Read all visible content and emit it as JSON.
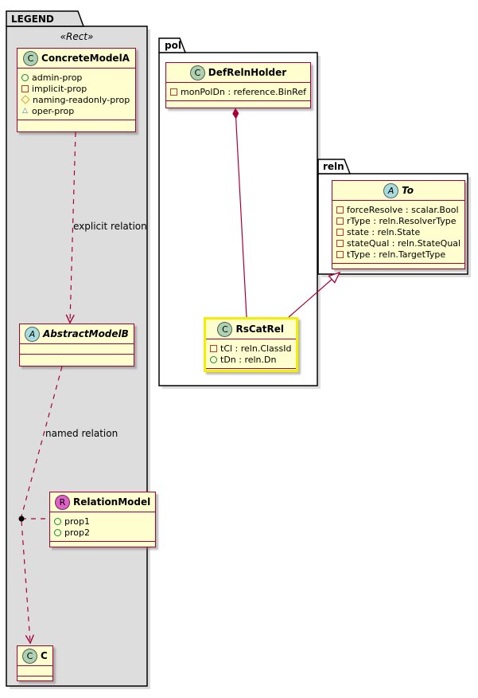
{
  "packages": {
    "legend": {
      "label": "LEGEND",
      "stereotype": "«Rect»"
    },
    "pol": {
      "label": "pol"
    },
    "reln": {
      "label": "reln"
    }
  },
  "classes": {
    "concreteModelA": {
      "name": "ConcreteModelA",
      "spot": "C",
      "attrs": [
        {
          "icon": "green-circle",
          "label": "admin-prop"
        },
        {
          "icon": "red-square",
          "label": "implicit-prop"
        },
        {
          "icon": "orange-diamond",
          "label": "naming-readonly-prop"
        },
        {
          "icon": "blue-triangle",
          "label": "oper-prop"
        }
      ]
    },
    "abstractModelB": {
      "name": "AbstractModelB",
      "spot": "A",
      "abstract": true,
      "attrs": []
    },
    "relationModel": {
      "name": "RelationModel",
      "spot": "R",
      "attrs": [
        {
          "icon": "green-circle",
          "label": "prop1"
        },
        {
          "icon": "green-circle",
          "label": "prop2"
        }
      ]
    },
    "c": {
      "name": "C",
      "spot": "C",
      "attrs": []
    },
    "defRelnHolder": {
      "name": "DefRelnHolder",
      "spot": "C",
      "attrs": [
        {
          "icon": "red-square",
          "label": "monPolDn : reference.BinRef"
        }
      ]
    },
    "rsCatRel": {
      "name": "RsCatRel",
      "spot": "C",
      "highlighted": true,
      "attrs": [
        {
          "icon": "red-square",
          "label": "tCl : reln.ClassId"
        },
        {
          "icon": "green-circle",
          "label": "tDn : reln.Dn"
        }
      ]
    },
    "to": {
      "name": "To",
      "spot": "A",
      "abstract": true,
      "attrs": [
        {
          "icon": "red-square",
          "label": "forceResolve : scalar.Bool"
        },
        {
          "icon": "red-square",
          "label": "rType : reln.ResolverType"
        },
        {
          "icon": "red-square",
          "label": "state : reln.State"
        },
        {
          "icon": "red-square",
          "label": "stateQual : reln.StateQual"
        },
        {
          "icon": "red-square",
          "label": "tType : reln.TargetType"
        }
      ]
    }
  },
  "edges": {
    "explicit": {
      "label": "explicit relation",
      "from": "ConcreteModelA",
      "to": "AbstractModelB",
      "style": "dashed-arrow"
    },
    "named": {
      "label": "named relation",
      "from": "AbstractModelB",
      "to": "C",
      "via": "RelationModel",
      "style": "dashed-arrow-with-junction-dot"
    },
    "composition": {
      "label": "",
      "from": "DefRelnHolder",
      "to": "RsCatRel",
      "style": "composition-diamond"
    },
    "generalization": {
      "label": "",
      "from": "RsCatRel",
      "to": "To",
      "style": "hollow-triangle"
    }
  },
  "colors": {
    "classFill": "#FEFECE",
    "classBorder": "#A80036",
    "edge": "#A80036",
    "legendFill": "#DDDDDD",
    "packageFill": "#FFFFFF",
    "highlightBorder": "#F0F000",
    "spotC": "#ADD1B2",
    "spotA": "#A9DCDF",
    "spotR": "#E060C8"
  }
}
